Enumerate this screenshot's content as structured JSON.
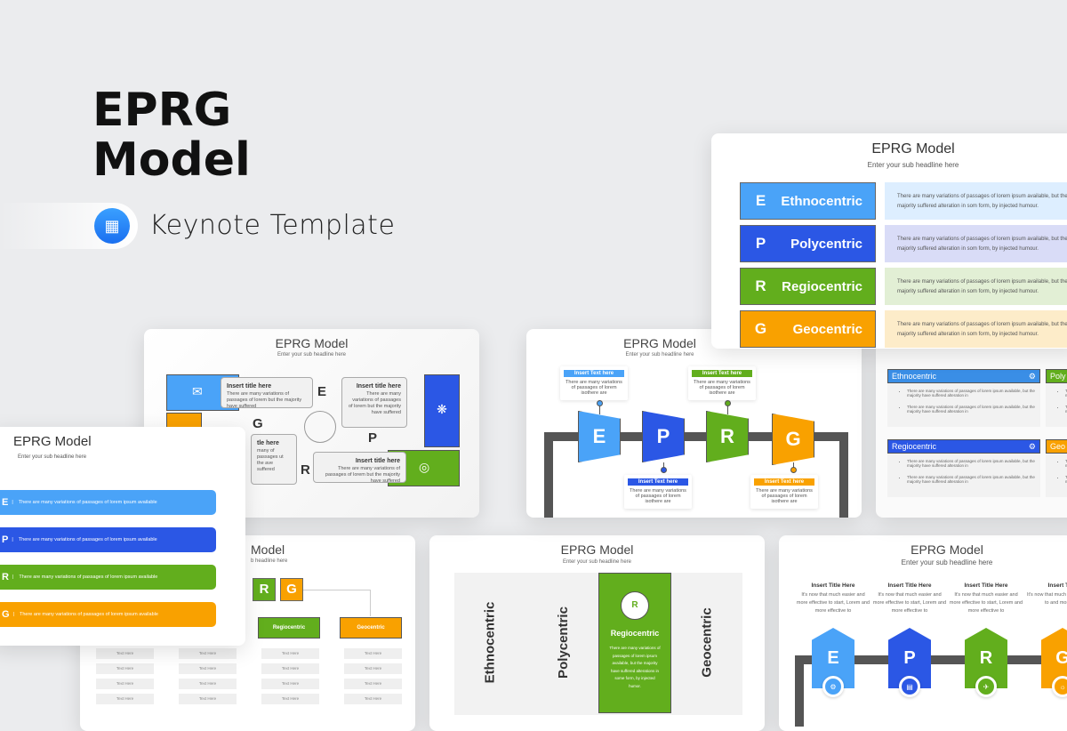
{
  "hero": {
    "title_line1": "EPRG",
    "title_line2": "Model",
    "subtitle": "Keynote Template",
    "icon": "keynote-podium-icon"
  },
  "colors": {
    "e": "#4aa3f8",
    "p": "#2b57e5",
    "r": "#62ae1d",
    "g": "#f9a100",
    "background": "#ebecee"
  },
  "slide_table": {
    "title": "EPRG Model",
    "subtitle": "Enter your sub headline here",
    "rows": [
      {
        "letter": "E",
        "name": "Ethnocentric",
        "text": "There are many variations of passages of lorem ipsum available, but the majority suffered alteration in som form, by injected humour."
      },
      {
        "letter": "P",
        "name": "Polycentric",
        "text": "There are many variations of passages of lorem ipsum available, but the majority suffered alteration in som form, by injected humour."
      },
      {
        "letter": "R",
        "name": "Regiocentric",
        "text": "There are many variations of passages of lorem ipsum available, but the majority suffered alteration in som form, by injected humour."
      },
      {
        "letter": "G",
        "name": "Geocentric",
        "text": "There are many variations of passages of lorem ipsum available, but the majority suffered alteration in som form, by injected humour."
      }
    ]
  },
  "slide_puzzle": {
    "title": "EPRG Model",
    "subtitle": "Enter your sub headline here",
    "letters": [
      "E",
      "P",
      "R",
      "G"
    ],
    "boxes": [
      {
        "title": "Insert title here",
        "text": "There are many variations of passages of lorem but the majority have suffered"
      },
      {
        "title": "Insert title here",
        "text": "There are many variations of passages of lorem but the majority have suffered"
      },
      {
        "title": "Insert title here",
        "text": "There are many variations of passages of lorem but the majority have suffered"
      },
      {
        "title": "tle here",
        "text": "many of passages ut the ave suffered"
      }
    ],
    "icons": [
      "envelope-icon",
      "gear-icon",
      "globe-icon"
    ]
  },
  "slide_timeline": {
    "title": "EPRG Model",
    "subtitle": "Enter your sub headline here",
    "letters": [
      "E",
      "P",
      "R",
      "G"
    ],
    "labels": [
      {
        "title": "Insert Text here",
        "text": "There are many variations of passages of lorem isothere are"
      },
      {
        "title": "Insert Text here",
        "text": "There are many variations of passages of lorem isothere are"
      },
      {
        "title": "Insert Text here",
        "text": "There are many variations of passages of lorem isothere are"
      },
      {
        "title": "Insert Text here",
        "text": "There are many variations of passages of lorem isothere are"
      }
    ]
  },
  "slide_cards": {
    "cards": [
      {
        "name": "Ethnocentric",
        "icon": "building-icon"
      },
      {
        "name": "Poly"
      },
      {
        "name": "Regiocentric",
        "icon": "heart-gear-icon"
      },
      {
        "name": "Geo"
      }
    ],
    "bullet": "There are many variations of passages of lorem ipsum available, but the majority have suffered alteration in"
  },
  "slide_bars": {
    "title": "EPRG Model",
    "subtitle": "Enter your sub headline here",
    "rows": [
      {
        "letter": "E",
        "text": "There are many variations of passages of lorem ipsum available"
      },
      {
        "letter": "P",
        "text": "There are many variations of passages of lorem ipsum available"
      },
      {
        "letter": "R",
        "text": "There are many variations of passages of lorem ipsum available"
      },
      {
        "letter": "G",
        "text": "There are many variations of passages of lorem ipsum available"
      }
    ]
  },
  "slide_tree": {
    "title": "Model",
    "subtitle": "b headline here",
    "letters": [
      "R",
      "G"
    ],
    "branches": [
      "Regiocentric",
      "Geocentric"
    ],
    "cell": "Text Here"
  },
  "slide_columns": {
    "title": "EPRG Model",
    "subtitle": "Enter your sub headline here",
    "columns": [
      "Ethnocentric",
      "Polycentric",
      "Regiocentric",
      "Geocentric"
    ],
    "active_letter": "R",
    "active_text": "There are many variations of passages of lorem ipsum available, but the majority have suffered alterations in some form, by injected humor."
  },
  "slide_arrows": {
    "title": "EPRG Model",
    "subtitle": "Enter your sub headline here",
    "letters": [
      "E",
      "P",
      "R",
      "G"
    ],
    "items": [
      {
        "title": "Insert Title Here",
        "text": "It's now that much easier and more effective to start, Lorem and more effective to"
      },
      {
        "title": "Insert Title Here",
        "text": "It's now that much easier and more effective to start, Lorem and more effective to"
      },
      {
        "title": "Insert Title Here",
        "text": "It's now that much easier and more effective to start, Lorem and more effective to"
      },
      {
        "title": "Insert Title",
        "text": "It's now that much more effective to and more effe"
      }
    ],
    "icons": [
      "gear-icon",
      "chart-icon",
      "airplane-icon",
      "lightbulb-icon"
    ]
  }
}
